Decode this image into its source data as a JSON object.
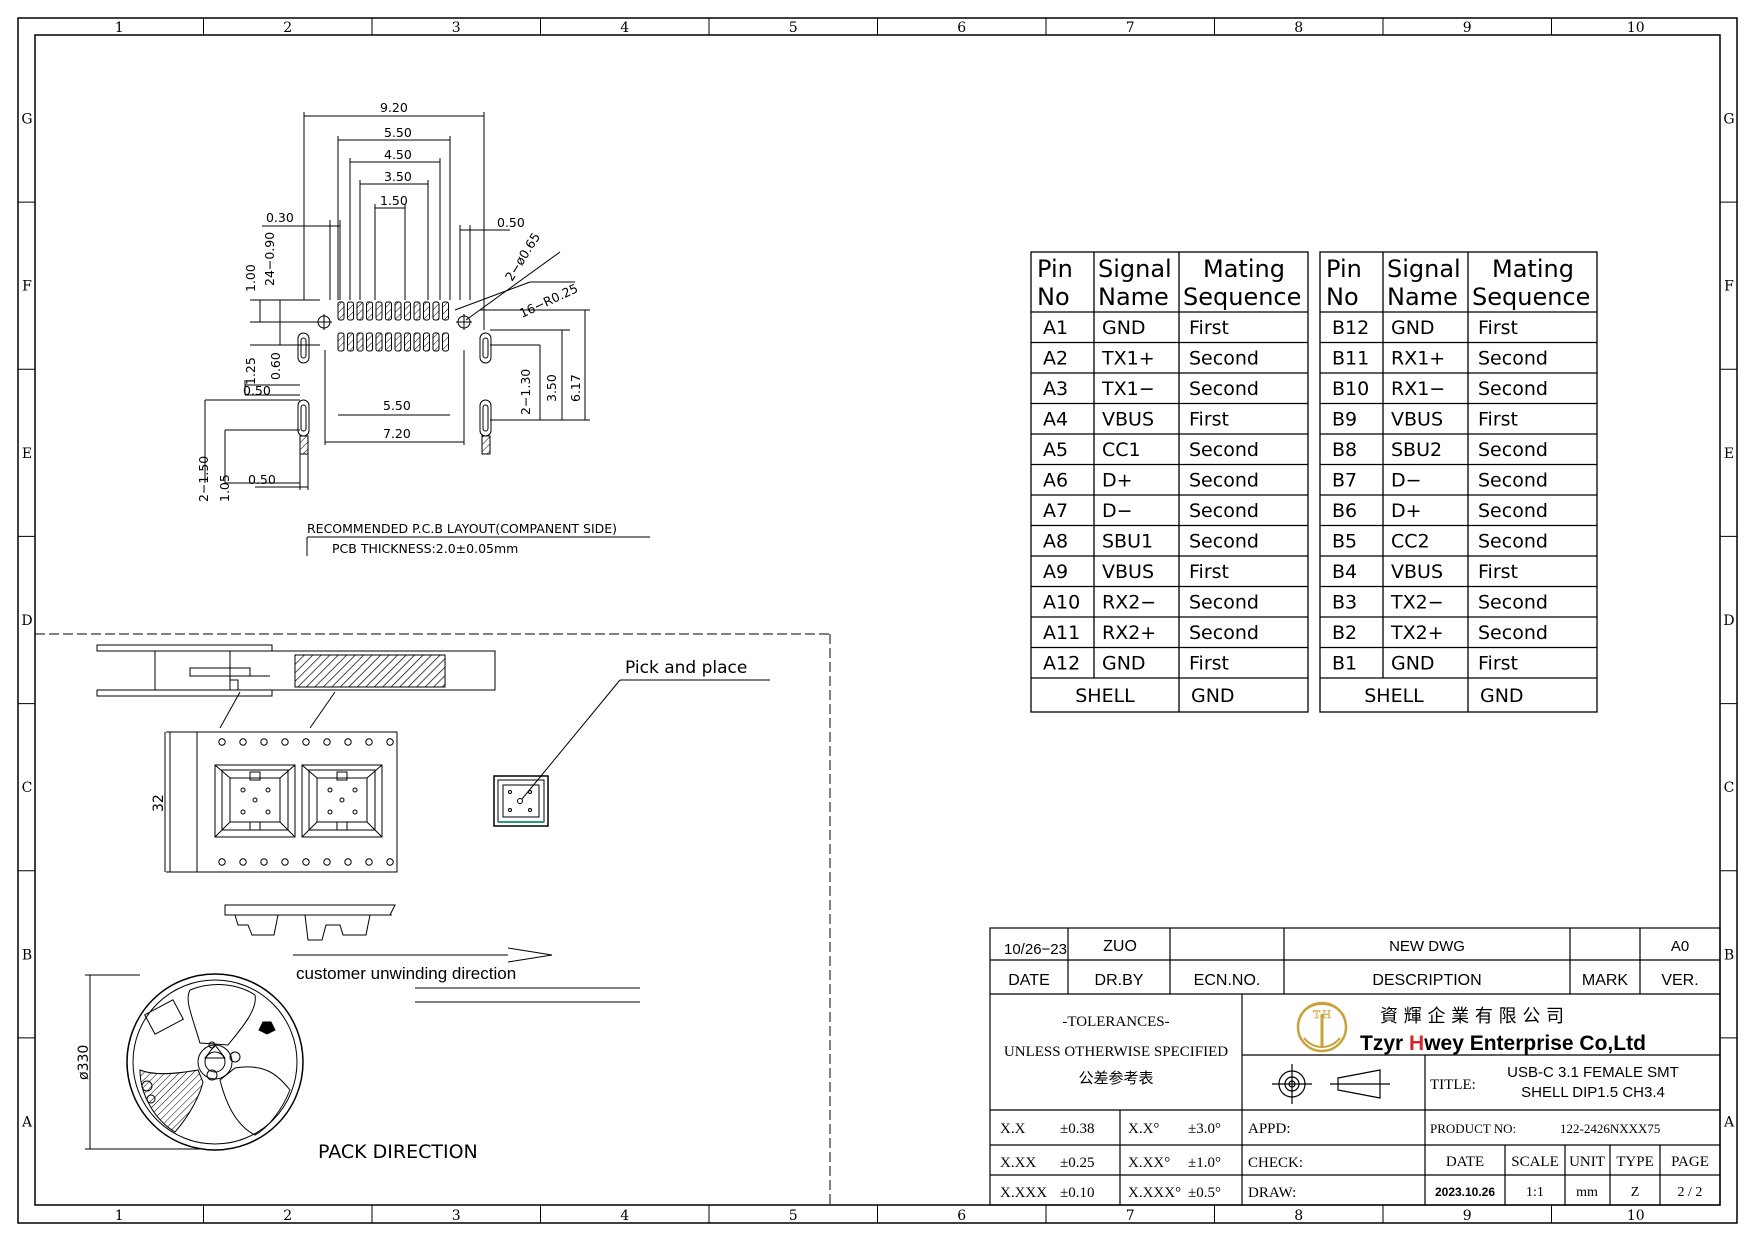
{
  "border": {
    "cols": [
      "1",
      "2",
      "3",
      "4",
      "5",
      "6",
      "7",
      "8",
      "9",
      "10"
    ],
    "rows": [
      "G",
      "F",
      "E",
      "D",
      "C",
      "B",
      "A"
    ]
  },
  "pcb_layout": {
    "dims": {
      "d920": "9.20",
      "d550_top": "5.50",
      "d450": "4.50",
      "d350": "3.50",
      "d150": "1.50",
      "d030": "0.30",
      "d050_top": "0.50",
      "d065": "2−ø0.65",
      "r025": "16−R0.25",
      "d100": "1.00",
      "d24_090": "24−0.90",
      "d125": "1.25",
      "d060": "0.60",
      "d050_left": "0.50",
      "d550_mid": "5.50",
      "d720": "7.20",
      "d2_130": "2−1.30",
      "d350_v": "3.50",
      "d617": "6.17",
      "d2_150": "2−1.50",
      "d105": "1.05",
      "d050_bot": "0.50"
    },
    "caption": "RECOMMENDED  P.C.B  LAYOUT(COMPANENT  SIDE)",
    "thickness": "PCB  THICKNESS:2.0±0.05mm"
  },
  "pin_table": {
    "headers": {
      "pin1": "Pin",
      "pin2": "No",
      "sig1": "Signal",
      "sig2": "Name",
      "mat1": "Mating",
      "mat2": "Sequence"
    },
    "left": [
      [
        "A1",
        "GND",
        "First"
      ],
      [
        "A2",
        "TX1+",
        "Second"
      ],
      [
        "A3",
        "TX1−",
        "Second"
      ],
      [
        "A4",
        "VBUS",
        "First"
      ],
      [
        "A5",
        "CC1",
        "Second"
      ],
      [
        "A6",
        "D+",
        "Second"
      ],
      [
        "A7",
        "D−",
        "Second"
      ],
      [
        "A8",
        "SBU1",
        "Second"
      ],
      [
        "A9",
        "VBUS",
        "First"
      ],
      [
        "A10",
        "RX2−",
        "Second"
      ],
      [
        "A11",
        "RX2+",
        "Second"
      ],
      [
        "A12",
        "GND",
        "First"
      ]
    ],
    "right": [
      [
        "B12",
        "GND",
        "First"
      ],
      [
        "B11",
        "RX1+",
        "Second"
      ],
      [
        "B10",
        "RX1−",
        "Second"
      ],
      [
        "B9",
        "VBUS",
        "First"
      ],
      [
        "B8",
        "SBU2",
        "Second"
      ],
      [
        "B7",
        "D−",
        "Second"
      ],
      [
        "B6",
        "D+",
        "Second"
      ],
      [
        "B5",
        "CC2",
        "Second"
      ],
      [
        "B4",
        "VBUS",
        "First"
      ],
      [
        "B3",
        "TX2−",
        "Second"
      ],
      [
        "B2",
        "TX2+",
        "Second"
      ],
      [
        "B1",
        "GND",
        "First"
      ]
    ],
    "shell": "SHELL",
    "shell_val": "GND"
  },
  "pack": {
    "pick": "Pick  and  place",
    "dim32": "32",
    "unwind": "customer unwinding direction",
    "dia": "ø330",
    "title": "PACK  DIRECTION"
  },
  "title_block": {
    "rev_date": "10/26−23",
    "rev_by": "ZUO",
    "rev_desc": "NEW  DWG",
    "rev_ver": "A0",
    "h_date": "DATE",
    "h_drby": "DR.BY",
    "h_ecn": "ECN.NO.",
    "h_desc": "DESCRIPTION",
    "h_mark": "MARK",
    "h_ver": "VER.",
    "tol1": "-TOLERANCES-",
    "tol2": "UNLESS OTHERWISE SPECIFIED",
    "tol3": "公差参考表",
    "logo_mark": "T.H",
    "company_cn": "資 輝 企 業 有 限 公 司",
    "company_a": "Tzyr ",
    "company_h": "H",
    "company_b": "wey Enterprise Co,Ltd",
    "title_label": "TITLE:",
    "title1": "USB-C 3.1 FEMALE SMT",
    "title2": "SHELL DIP1.5 CH3.4",
    "t_xx": "X.X",
    "t_xx_v": "±0.38",
    "t_xa": "X.X°",
    "t_xa_v": "±3.0°",
    "t_xxx": "X.XX",
    "t_xxx_v": "±0.25",
    "t_xxa": "X.XX°",
    "t_xxa_v": "±1.0°",
    "t_xxxx": "X.XXX",
    "t_xxxx_v": "±0.10",
    "t_xxxa": "X.XXX°",
    "t_xxxa_v": "±0.5°",
    "appd": "APPD:",
    "check": "CHECK:",
    "draw": "DRAW:",
    "product_label": "PRODUCT NO:",
    "product_no": "122-2426NXXX75",
    "f_date": "DATE",
    "f_scale": "SCALE",
    "f_unit": "UNIT",
    "f_type": "TYPE",
    "f_page": "PAGE",
    "v_date": "2023.10.26",
    "v_scale": "1:1",
    "v_unit": "mm",
    "v_type": "Z",
    "v_page": "2 / 2"
  },
  "colors": {
    "line": "#000000",
    "logo_gold": "#c9a23a",
    "logo_red": "#d4262b"
  }
}
